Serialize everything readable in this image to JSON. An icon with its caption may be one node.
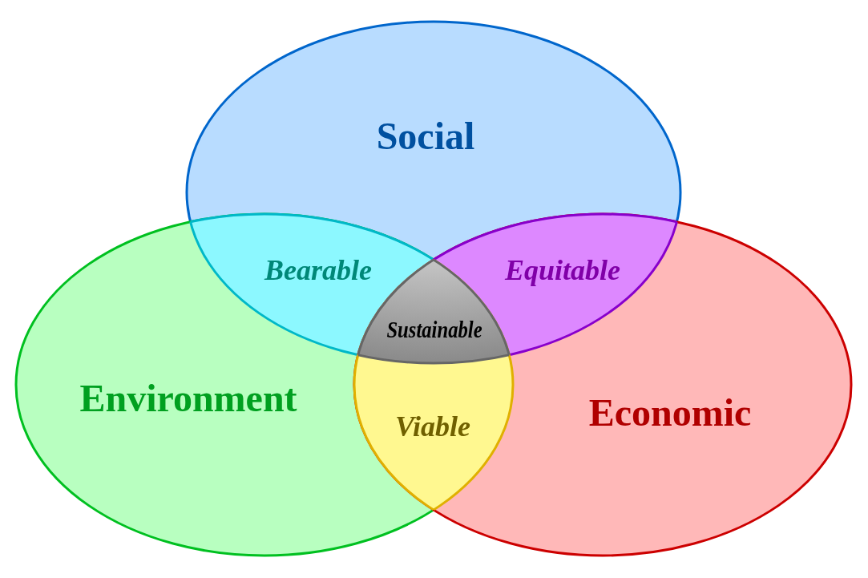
{
  "diagram": {
    "nodes": [
      {
        "text": [
          "Social"
        ]
      },
      {
        "text": [
          "Bearable"
        ]
      },
      {
        "text": [
          "Equitable"
        ]
      },
      {
        "text": [
          "Sustainable"
        ]
      },
      {
        "text": [
          "Environment"
        ]
      },
      {
        "text": [
          "Viable"
        ]
      },
      {
        "text": [
          "Economic"
        ]
      }
    ]
  }
}
